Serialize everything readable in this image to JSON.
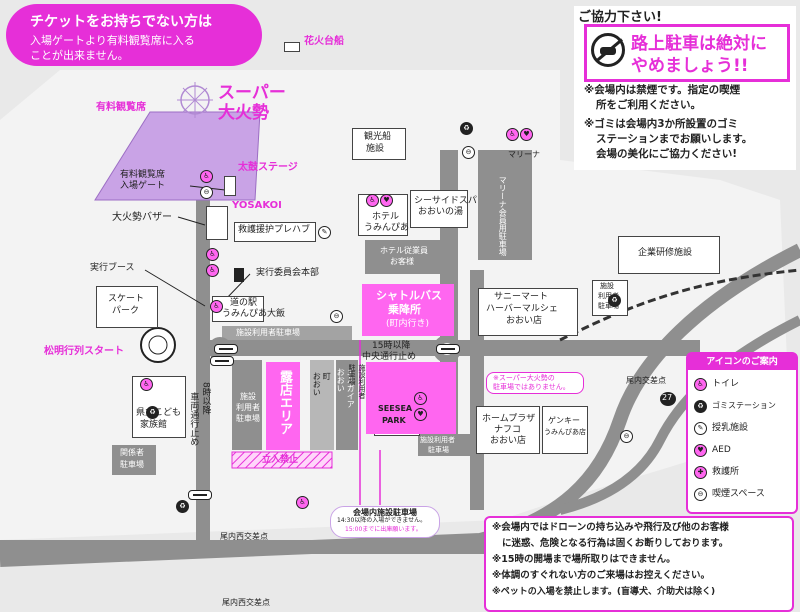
{
  "notice_top": {
    "title": "チケットをお持ちでない方は",
    "line1": "入場ゲートより有料観覧席に入る",
    "line2": "ことが出来ません。"
  },
  "cooperation": {
    "heading": "ご協力下さい!",
    "banner_line1": "路上駐車は絶対に",
    "banner_line2": "やめましょう!!",
    "note1_line1": "※会場内は禁煙です。指定の喫煙",
    "note1_line2": "所をご利用ください。",
    "note2_line1": "※ゴミは会場内3か所設置のゴミ",
    "note2_line2": "ステーションまでお願いします。",
    "note2_line3": "会場の美化にご協力ください!"
  },
  "labels": {
    "fireworks_boat": "花火台船",
    "super_line1": "スーパー",
    "super_line2": "大火勢",
    "paid_seats": "有料観覧席",
    "paid_gate_line1": "有料観覧席",
    "paid_gate_line2": "入場ゲート",
    "taiko_stage": "太鼓ステージ",
    "yosakoi": "YOSAKOI",
    "bazaar": "大火勢バザー",
    "first_aid_prefab": "救護援护プレハブ",
    "hq": "実行委員会本部",
    "exec_booth": "実行ブース",
    "michinoeki_line1": "道の駅",
    "michinoeki_line2": "うみんぴあ大飯",
    "facility_parking_top": "施設利用者駐車場",
    "skate_park_line1": "スケート",
    "skate_park_line2": "パーク",
    "torch_start": "松明行列スタート",
    "sightseeing_line1": "観光船",
    "sightseeing_line2": "施設",
    "hotel_line1": "ホテル",
    "hotel_line2": "うみんぴあ",
    "seaside_line1": "シーサイドスパ",
    "seaside_line2": "おおいの湯",
    "marina": "マリーナ",
    "marina_parking": "マリーナ会員用駐車場",
    "hotel_staff_line1": "ホテル従業員",
    "hotel_staff_line2": "お客様",
    "shuttle_line1": "シャトルバス",
    "shuttle_line2": "乗降所",
    "shuttle_line3": "(町内行き)",
    "sunny_line1": "サニーマート",
    "sunny_line2": "ハーバーマルシェ",
    "sunny_line3": "おおい店",
    "corporate": "企業研修施設",
    "facility_parking_right_line1": "施設",
    "facility_parking_right_line2": "利用者",
    "facility_parking_right_line3": "駐車場",
    "oneway_line1": "15時以降",
    "oneway_line2": "中央通行止め",
    "super_parking_line1": "※スーパー大火勢の",
    "super_parking_line2": "駐車場ではありません。",
    "west_intersection": "尾内西交差点",
    "west_intersection_bottom": "尾内西交差点",
    "east_intersection": "尾内交差点",
    "route27": "27",
    "facility_parking_left_line1": "施設",
    "facility_parking_left_line2": "利用者",
    "facility_parking_left_line3": "駐車場",
    "stalls": "露店エリア",
    "oi_line1": "おおい",
    "oi_line2": "町",
    "elgaia_line1": "エルガイア",
    "elgaia_line2": "おおい",
    "facility_parking_center_line1": "施設利用者",
    "facility_parking_center_line2": "駐車場",
    "seesea_line1": "SEESEA",
    "seesea_line2": "PARK",
    "facility_parking_bottom_line1": "施設利用者",
    "facility_parking_bottom_line2": "駐車場",
    "home_plaza_line1": "ホームプラザ",
    "home_plaza_line2": "ナフコ",
    "home_plaza_line3": "おおい店",
    "genki_line1": "ゲンキー",
    "genki_line2": "うみんぴあ店",
    "kids_line1": "県立こども",
    "kids_line2": "家族館",
    "related_line1": "関係者",
    "related_line2": "駐車場",
    "no_entry": "立入禁止",
    "road_closure_line1": "8時以降",
    "road_closure_line2": "車両通行止め",
    "venue_parking_title": "会場内施設駐車場",
    "venue_parking_line1": "14:30以降の入場ができません。",
    "venue_parking_line2": "15:00までに出庫願います。"
  },
  "legend": {
    "title": "アイコンのご案内",
    "items": [
      {
        "label": "トイレ",
        "icon": "toilet-icon"
      },
      {
        "label": "ゴミステーション",
        "icon": "garbage-station-icon"
      },
      {
        "label": "授乳施設",
        "icon": "nursing-room-icon"
      },
      {
        "label": "AED",
        "icon": "aed-icon"
      },
      {
        "label": "救護所",
        "icon": "first-aid-icon"
      },
      {
        "label": "喫煙スペース",
        "icon": "smoking-area-icon"
      }
    ]
  },
  "bottom_notes": {
    "line1": "※会場内ではドローンの持ち込みや飛行及び他のお客様",
    "line2": "に迷惑、危険となる行為は固くお断りしております。",
    "line3": "※15時の開場まで場所取りはできません。",
    "line4": "※体調のすぐれない方のご来場はお控えください。",
    "line5": "※ペットの入場を禁止します。(盲導犬、介助犬は除く)"
  },
  "colors": {
    "accent": "#e62fd8",
    "pink_area": "#ff66f0",
    "lavender": "#c9a3e6",
    "road": "#8f8f8f"
  }
}
